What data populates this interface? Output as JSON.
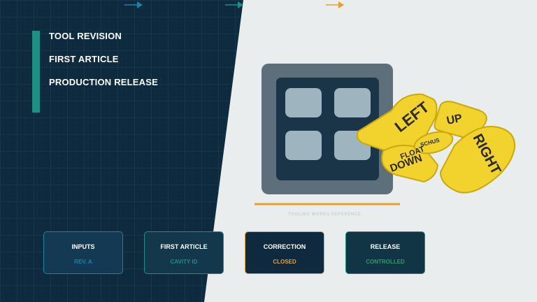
{
  "menu": [
    "TOOL REVISION",
    "FIRST ARTICLE",
    "PRODUCTION RELEASE"
  ],
  "caption": "TOOLING WORKS REFERENCE",
  "keypad": {
    "left": "LEFT",
    "up": "UP",
    "right": "RIGHT",
    "float": "FLOAT",
    "down": "DOWN",
    "logo": "SCHUS"
  },
  "flow": [
    {
      "title": "INPUTS",
      "value": "REV. A"
    },
    {
      "title": "FIRST ARTICLE",
      "value": "CAVITY ID"
    },
    {
      "title": "CORRECTION",
      "value": "CLOSED"
    },
    {
      "title": "RELEASE",
      "value": "CONTROLLED"
    }
  ],
  "colors": {
    "panel": "#0f2a3e",
    "teal": "#1f8f84",
    "blue": "#1f7fa8",
    "amber": "#e3a12a",
    "green": "#2a9a6a",
    "keypad_yellow": "#f2d22c"
  }
}
